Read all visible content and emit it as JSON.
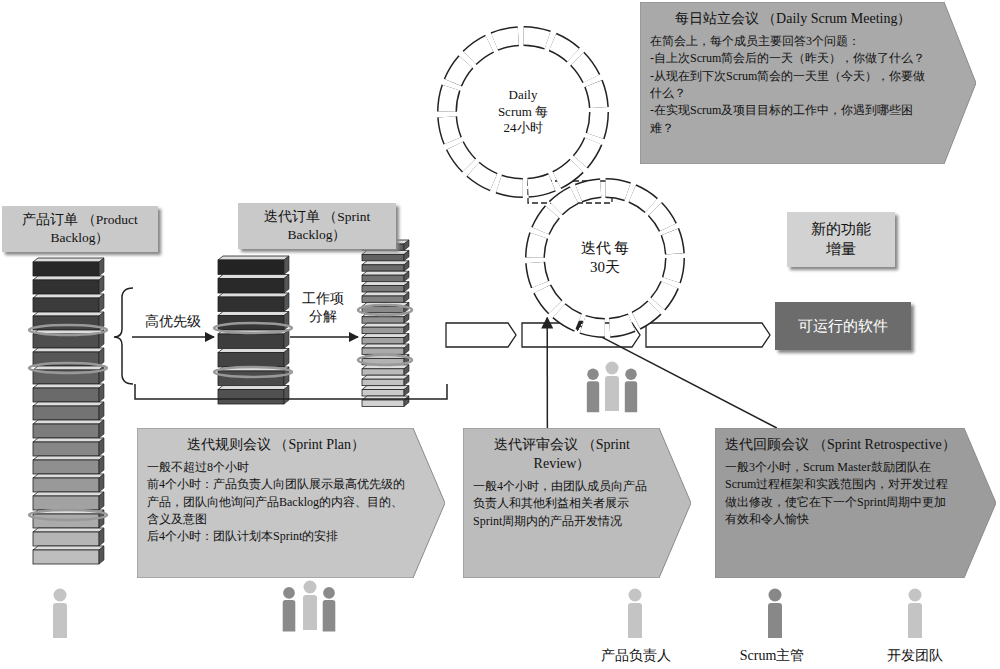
{
  "diagram": {
    "nodes": [
      {
        "text": [
          "产品订单 （Product Backlog）"
        ]
      },
      {
        "text": [
          "迭代订单 （Sprint Backlog）"
        ]
      },
      {
        "text": [
          "每日站立会议 （Daily Scrum Meeting）",
          "在简会上，每个成员主要回答3个问题：",
          "-自上次Scrum简会后的一天（昨天），你做了什么？",
          "-从现在到下次Scrum简会的一天里（今天），你要做什么？",
          "-在实现Scrum及项目目标的工作中，你遇到哪些困难？"
        ]
      },
      {
        "text": [
          "Daily Scrum 每24小时"
        ]
      },
      {
        "text": [
          "迭代 每30天"
        ]
      },
      {
        "text": [
          "新的功能 增量"
        ]
      },
      {
        "text": [
          "可运行的软件"
        ]
      },
      {
        "text": [
          "迭代规则会议 （Sprint Plan）",
          "一般不超过8个小时",
          "前4个小时：产品负责人向团队展示最高优先级的产品，团队向他询问产品Backlog的内容、目的、含义及意图",
          "后4个小时：团队计划本Sprint的安排"
        ]
      },
      {
        "text": [
          "迭代评审会议 （Sprint Review）",
          "一般4个小时，由团队成员向产品负责人和其他利益相关者展示Sprint周期内的产品开发情况"
        ]
      },
      {
        "text": [
          "迭代回顾会议 （Sprint Retrospective）",
          "一般3个小时，Scrum Master鼓励团队在Scrum过程框架和实践范围内，对开发过程做出修改，使它在下一个Sprint周期中更加有效和令人愉快"
        ]
      }
    ],
    "edges": [
      {
        "from": 8,
        "to": 4,
        "arrow": "to"
      },
      {
        "from": 9,
        "to": 4,
        "arrow": "to"
      }
    ],
    "labels": [
      "高优先级",
      "工作项 分解",
      "产品负责人",
      "Scrum主管",
      "开发团队"
    ]
  }
}
